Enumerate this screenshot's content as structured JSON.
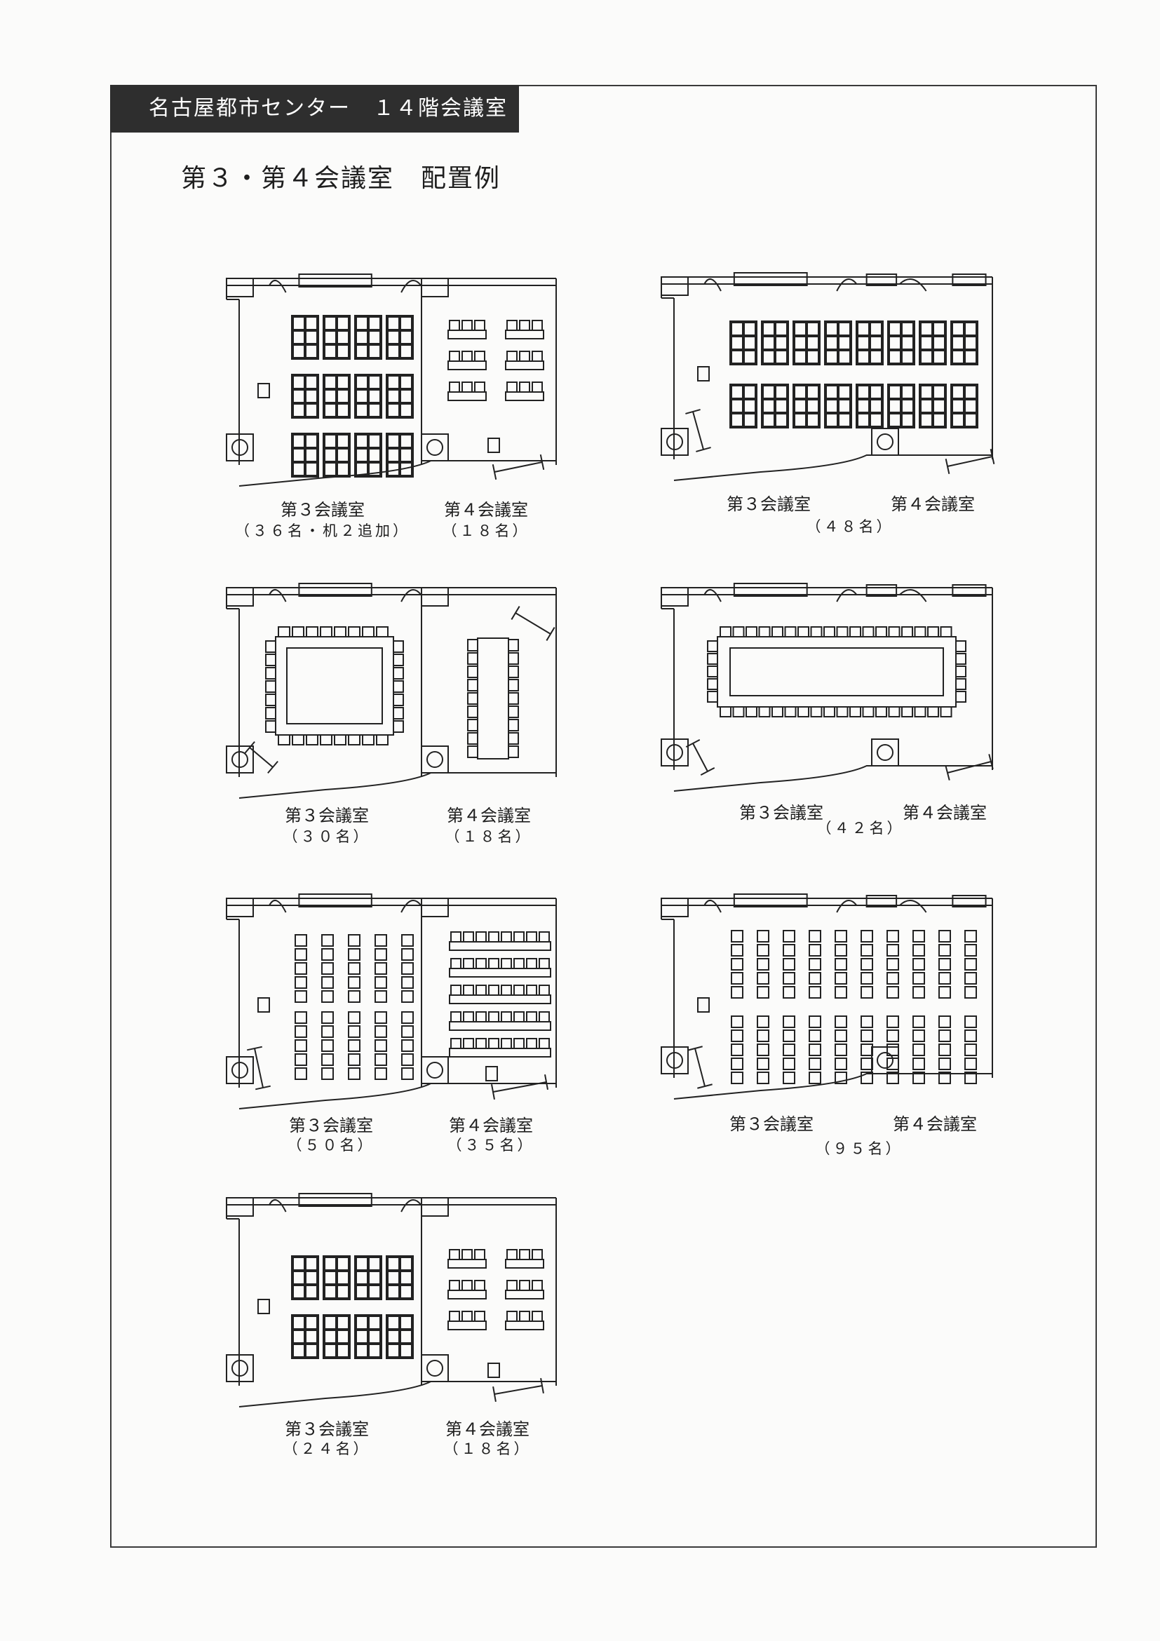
{
  "header": {
    "title": "名古屋都市センター　１４階会議室"
  },
  "page_title": "第３・第４会議室　配置例",
  "layouts": [
    {
      "room3": "第３会議室",
      "room4": "第４会議室",
      "cap3": "（３６名・机２追加）",
      "cap4": "（１８名）"
    },
    {
      "room3": "第３会議室",
      "room4": "第４会議室",
      "cap": "（４８名）"
    },
    {
      "room3": "第３会議室",
      "room4": "第４会議室",
      "cap3": "（３０名）",
      "cap4": "（１８名）"
    },
    {
      "room3": "第３会議室",
      "room4": "第４会議室",
      "cap": "（４２名）"
    },
    {
      "room3": "第３会議室",
      "room4": "第４会議室",
      "cap3": "（５０名）",
      "cap4": "（３５名）"
    },
    {
      "room3": "第３会議室",
      "room4": "第４会議室",
      "cap": "（９５名）"
    },
    {
      "room3": "第３会議室",
      "room4": "第４会議室",
      "cap3": "（２４名）",
      "cap4": "（１８名）"
    }
  ]
}
